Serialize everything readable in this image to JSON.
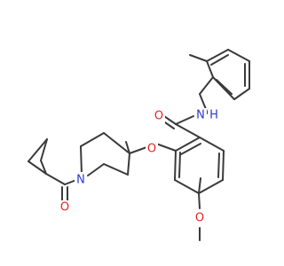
{
  "molecule": {
    "atoms": [
      {
        "id": "o_carbonyl_amide",
        "symbol": "O",
        "color": "#e8231f"
      },
      {
        "id": "n_amide",
        "symbol": "N",
        "color": "#2c38d3"
      },
      {
        "id": "h_amide",
        "symbol": "H",
        "color": "#2c38d3"
      },
      {
        "id": "o_ether",
        "symbol": "O",
        "color": "#e8231f"
      },
      {
        "id": "n_piperidine",
        "symbol": "N",
        "color": "#2c38d3"
      },
      {
        "id": "o_carbonyl_cyclopropyl",
        "symbol": "O",
        "color": "#e8231f"
      },
      {
        "id": "o_methoxy",
        "symbol": "O",
        "color": "#e8231f"
      }
    ],
    "bond_color": "#3a3a3a",
    "background": "#ffffff"
  }
}
